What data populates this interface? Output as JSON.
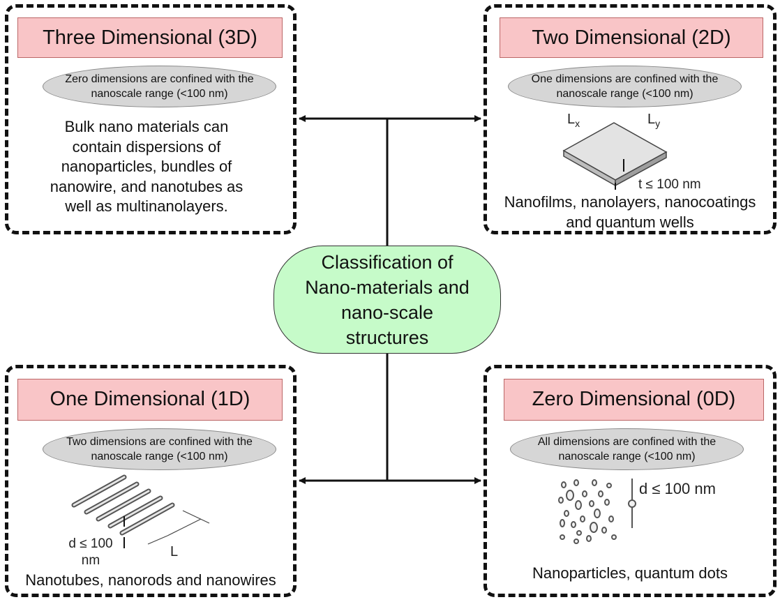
{
  "center": {
    "label": "Classification of Nano-materials and nano-scale structures"
  },
  "d3": {
    "title": "Three Dimensional (3D)",
    "confinement": "Zero dimensions are confined with the nanoscale range (<100 nm)",
    "description": "Bulk nano materials can contain dispersions of nanoparticles, bundles of nanowire, and nanotubes as well as multinanolayers."
  },
  "d2": {
    "title": "Two Dimensional (2D)",
    "confinement": "One dimensions are confined with the nanoscale range (<100 nm)",
    "description": "Nanofilms, nanolayers, nanocoatings and quantum wells",
    "label_lx": "L",
    "label_lx_sub": "x",
    "label_ly": "L",
    "label_ly_sub": "y",
    "label_t": "t ≤ 100 nm"
  },
  "d1": {
    "title": "One Dimensional (1D)",
    "confinement": "Two dimensions are confined with the nanoscale range (<100 nm)",
    "description": "Nanotubes, nanorods and nanowires",
    "label_d": "d ≤ 100 nm",
    "label_L": "L"
  },
  "d0": {
    "title": "Zero Dimensional (0D)",
    "confinement": "All dimensions are confined with the nanoscale range (<100 nm)",
    "description": "Nanoparticles, quantum dots",
    "label_d": "d ≤ 100 nm"
  },
  "colors": {
    "title_bg": "#f9c5c7",
    "pill_bg": "#d6d6d6",
    "center_bg": "#c6fbc9"
  }
}
